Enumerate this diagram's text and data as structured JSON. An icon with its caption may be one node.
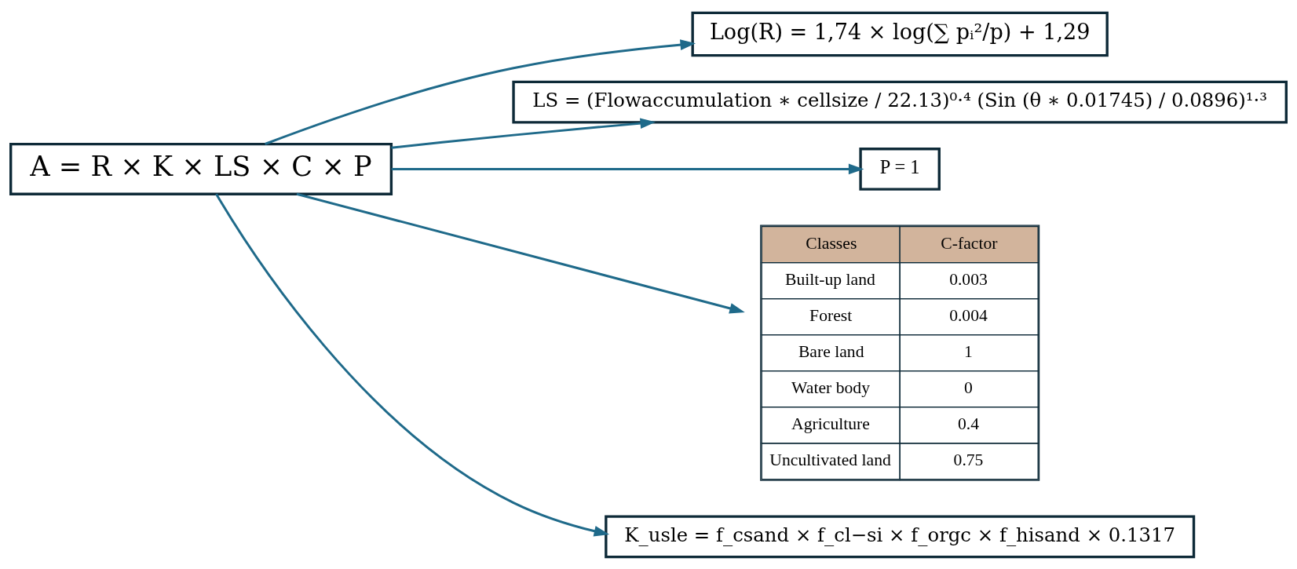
{
  "diagram": {
    "nodes": [
      {
        "text": [
          "A = R × K × LS × C × P"
        ]
      },
      {
        "text": [
          "Log(R) = 1,74 × log(∑ pᵢ²/p) + 1,29"
        ]
      },
      {
        "text": [
          "LS = (Flowaccumulation ∗ cellsize / 22.13)⁰·⁴ (Sin (θ ∗ 0.01745) / 0.0896)¹·³"
        ]
      },
      {
        "text": [
          "P = 1"
        ]
      },
      {
        "text": [
          "Classes",
          "C-factor",
          "Built-up land",
          "0.003",
          "Forest",
          "0.004",
          "Bare land",
          "1",
          "Water body",
          "0",
          "Agriculture",
          "0.4",
          "Uncultivated land",
          "0.75"
        ]
      },
      {
        "text": [
          "K_usle = f_csand × f_cl−si × f_orgc × f_hisand × 0.1317"
        ]
      }
    ],
    "edges": [
      {
        "from": 0,
        "to": 1,
        "arrow": "to"
      },
      {
        "from": 0,
        "to": 2,
        "arrow": "to"
      },
      {
        "from": 0,
        "to": 3,
        "arrow": "to"
      },
      {
        "from": 0,
        "to": 4,
        "arrow": "to"
      },
      {
        "from": 0,
        "to": 5,
        "arrow": "to"
      }
    ]
  }
}
